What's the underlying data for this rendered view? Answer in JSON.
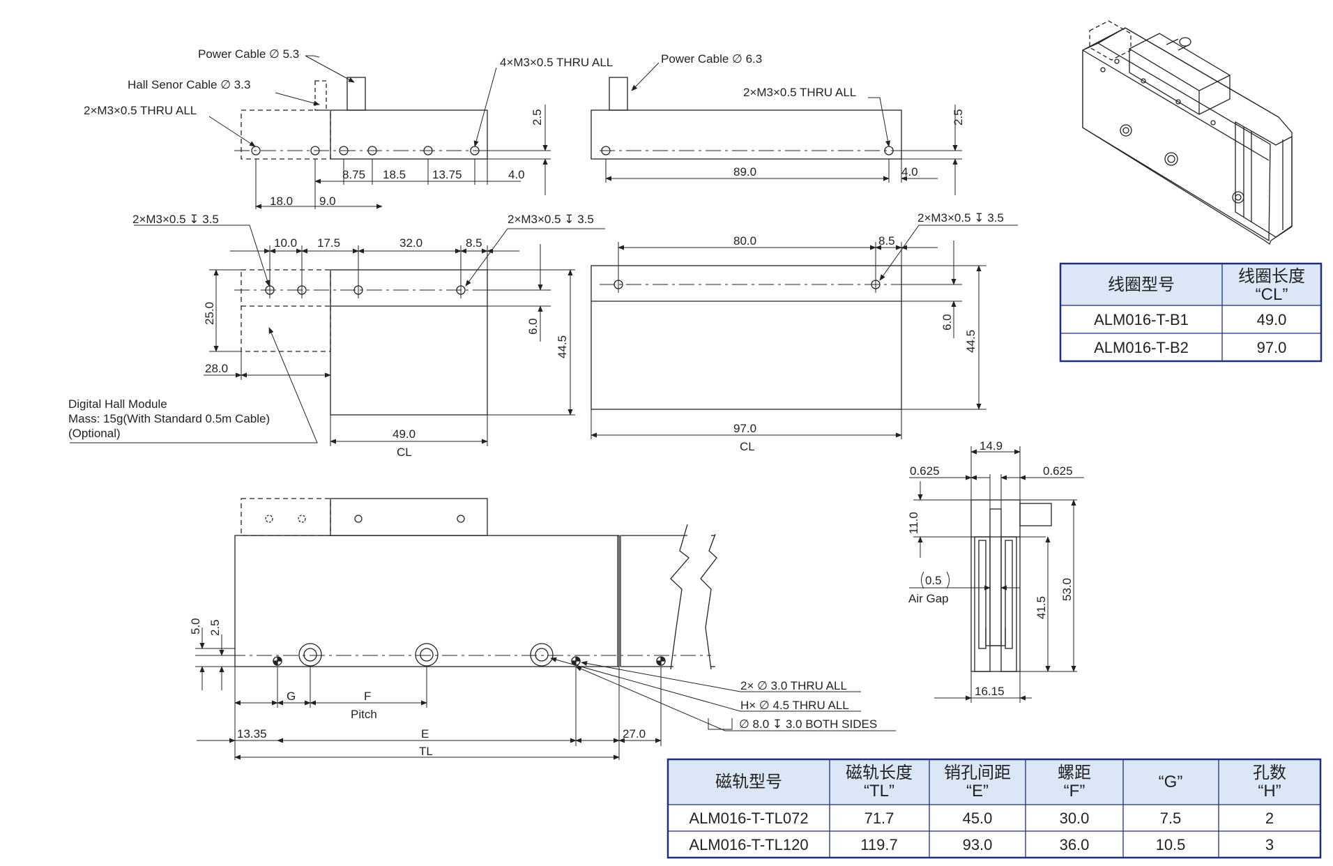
{
  "views": {
    "top_left": {
      "notes": {
        "power_cable": "Power Cable ∅ 5.3",
        "hall_cable": "Hall Senor Cable ∅ 3.3",
        "thru_left": "2×M3×0.5 THRU ALL",
        "thru_right": "4×M3×0.5 THRU ALL"
      },
      "dims": [
        "8.75",
        "18.5",
        "13.75",
        "4.0",
        "18.0",
        "9.0",
        "2.5"
      ]
    },
    "top_right": {
      "notes": {
        "power_cable": "Power Cable ∅ 6.3",
        "thru": "2×M3×0.5 THRU ALL"
      },
      "dims": [
        "89.0",
        "4.0",
        "2.5"
      ]
    },
    "front_left": {
      "notes": {
        "tap_left": "2×M3×0.5 ↧ 3.5",
        "tap_right": "2×M3×0.5 ↧ 3.5",
        "hall_module_1": "Digital Hall Module",
        "hall_module_2": "Mass: 15g(With Standard 0.5m Cable)",
        "hall_module_3": "(Optional)"
      },
      "dims": [
        "10.0",
        "17.5",
        "32.0",
        "8.5",
        "25.0",
        "28.0",
        "6.0",
        "44.5",
        "49.0",
        "CL"
      ]
    },
    "front_right": {
      "notes": {
        "tap": "2×M3×0.5 ↧ 3.5"
      },
      "dims": [
        "80.0",
        "8.5",
        "6.0",
        "44.5",
        "97.0",
        "CL"
      ]
    },
    "side": {
      "dims": [
        "14.9",
        "0.625",
        "0.625",
        "11.0",
        "0.5",
        "Air Gap",
        "41.5",
        "53.0",
        "16.15"
      ]
    },
    "track": {
      "notes": {
        "hole_a": "2× ∅ 3.0 THRU ALL",
        "hole_b": "H× ∅ 4.5 THRU ALL",
        "hole_c": "∅ 8.0 ↧ 3.0 BOTH SIDES"
      },
      "dims": [
        "5.0",
        "2.5",
        "G",
        "F",
        "Pitch",
        "13.35",
        "E",
        "27.0",
        "TL"
      ]
    }
  },
  "coil_table": {
    "headers": [
      "线圈型号",
      "线圈长度\n“CL”"
    ],
    "rows": [
      [
        "ALM016-T-B1",
        "49.0"
      ],
      [
        "ALM016-T-B2",
        "97.0"
      ]
    ]
  },
  "track_table": {
    "headers": [
      "磁轨型号",
      "磁轨长度\n“TL”",
      "销孔间距\n“E”",
      "螺距\n“F”",
      "“G”",
      "孔数\n“H”"
    ],
    "rows": [
      [
        "ALM016-T-TL072",
        "71.7",
        "45.0",
        "30.0",
        "7.5",
        "2"
      ],
      [
        "ALM016-T-TL120",
        "119.7",
        "93.0",
        "36.0",
        "10.5",
        "3"
      ]
    ]
  },
  "colors": {
    "line": "#222222",
    "table_border": "#1f2f7a",
    "table_header_bg": "#dbe6f6"
  }
}
